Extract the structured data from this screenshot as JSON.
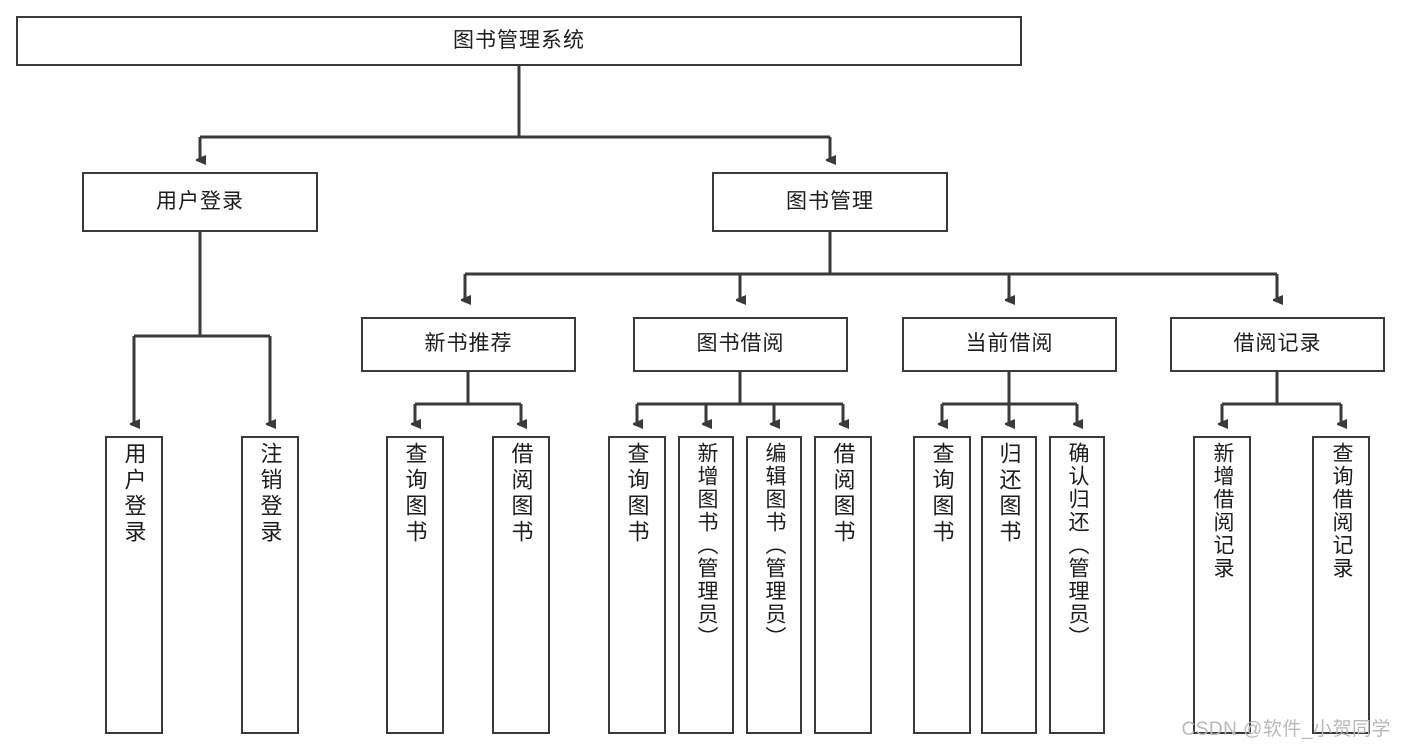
{
  "diagram": {
    "type": "tree",
    "title": "图书管理系统",
    "watermark": "CSDN @软件_小贺同学",
    "colors": {
      "background": "#ffffff",
      "border": "#3a3a3a",
      "line": "#3a3a3a",
      "text": "#1c1c1c",
      "watermark": "#b9b9b9"
    },
    "nodes": {
      "root": {
        "label": "图书管理系统"
      },
      "level2": [
        {
          "label": "用户登录"
        },
        {
          "label": "图书管理"
        }
      ],
      "level3": [
        {
          "label": "新书推荐"
        },
        {
          "label": "图书借阅"
        },
        {
          "label": "当前借阅"
        },
        {
          "label": "借阅记录"
        }
      ],
      "leaves": {
        "user_login": [
          {
            "label": "用户登录"
          },
          {
            "label": "注销登录"
          }
        ],
        "new_book": [
          {
            "label": "查询图书"
          },
          {
            "label": "借阅图书"
          }
        ],
        "book_borrow": [
          {
            "label": "查询图书"
          },
          {
            "label": "新增图书（管理员）"
          },
          {
            "label": "编辑图书（管理员）"
          },
          {
            "label": "借阅图书"
          }
        ],
        "current_borrow": [
          {
            "label": "查询图书"
          },
          {
            "label": "归还图书"
          },
          {
            "label": "确认归还（管理员）"
          }
        ],
        "borrow_record": [
          {
            "label": "新增借阅记录"
          },
          {
            "label": "查询借阅记录"
          }
        ]
      }
    }
  }
}
